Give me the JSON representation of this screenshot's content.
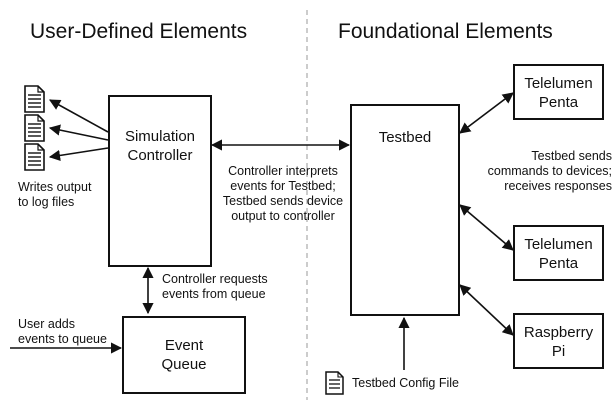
{
  "headers": {
    "left": "User-Defined Elements",
    "right": "Foundational Elements"
  },
  "boxes": {
    "simulation_controller": [
      "Simulation",
      "Controller"
    ],
    "event_queue": [
      "Event",
      "Queue"
    ],
    "testbed": "Testbed",
    "telelumen_1": [
      "Telelumen",
      "Penta"
    ],
    "telelumen_2": [
      "Telelumen",
      "Penta"
    ],
    "raspberry_pi": [
      "Raspberry",
      "Pi"
    ]
  },
  "notes": {
    "writes_output": [
      "Writes output",
      "to log files"
    ],
    "controller_interprets": [
      "Controller interprets",
      "events for Testbed;",
      "Testbed sends device",
      "output to controller"
    ],
    "controller_requests": [
      "Controller requests",
      "events from queue"
    ],
    "user_adds": [
      "User adds",
      "events to queue"
    ],
    "testbed_sends": [
      "Testbed sends",
      "commands to devices;",
      "receives responses"
    ],
    "config_file": "Testbed Config File"
  },
  "icons": [
    "document-icon",
    "arrow-icon"
  ],
  "colors": {
    "line": "#111111",
    "divider": "#9a9a9a"
  }
}
